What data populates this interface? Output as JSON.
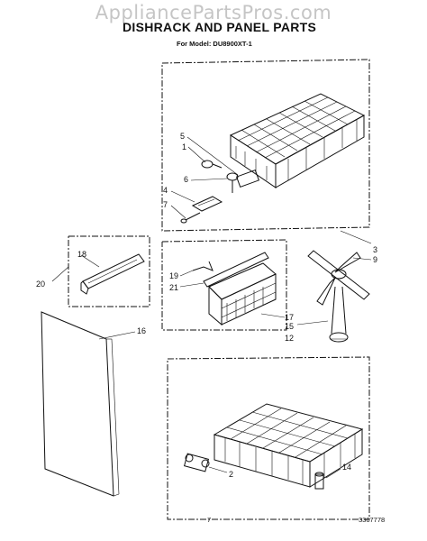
{
  "watermark": "AppliancePartsPros.com",
  "title": "DISHRACK AND PANEL PARTS",
  "subtitle": "For Model: DU8900XT-1",
  "page_number": "7",
  "document_number": "3367778",
  "callouts": {
    "c1": "1",
    "c2": "2",
    "c3": "3",
    "c4": "4",
    "c5": "5",
    "c6": "6",
    "c7": "7",
    "c9": "9",
    "c12": "12",
    "c14": "14",
    "c15": "15",
    "c16": "16",
    "c17": "17",
    "c18": "18",
    "c19": "19",
    "c20": "20",
    "c21": "21"
  }
}
